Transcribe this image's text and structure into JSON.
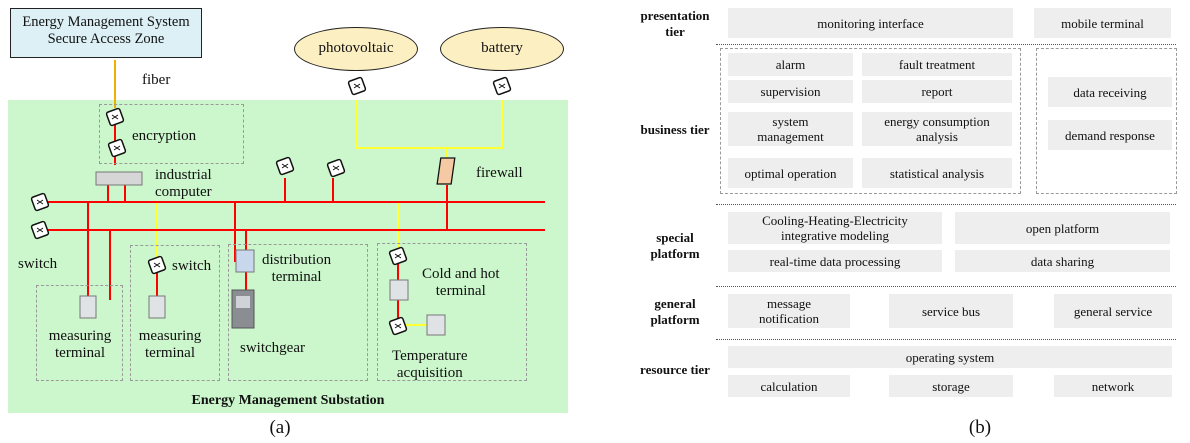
{
  "panel_a": {
    "secure_zone": "Energy Management System\nSecure Access Zone",
    "fiber": "fiber",
    "photovoltaic": "photovoltaic",
    "battery": "battery",
    "encryption": "encryption",
    "industrial_computer": "industrial\ncomputer",
    "firewall": "firewall",
    "switch_left": "switch",
    "switch_mid": "switch",
    "distribution_terminal": "distribution\nterminal",
    "cold_hot_terminal": "Cold and hot\nterminal",
    "measuring_terminal_1": "measuring\nterminal",
    "measuring_terminal_2": "measuring\nterminal",
    "switchgear": "switchgear",
    "temperature_acquisition": "Temperature\nacquisition",
    "substation_title": "Energy Management Substation",
    "caption": "(a)"
  },
  "panel_b": {
    "tiers": {
      "presentation": "presentation\ntier",
      "business": "business tier",
      "special": "special\nplatform",
      "general": "general\nplatform",
      "resource": "resource tier"
    },
    "presentation_boxes": [
      "monitoring interface",
      "mobile terminal"
    ],
    "business_boxes": [
      "alarm",
      "fault treatment",
      "supervision",
      "report",
      "system\nmanagement",
      "energy consumption\nanalysis",
      "optimal operation",
      "statistical analysis"
    ],
    "business_right_boxes": [
      "data receiving",
      "demand response"
    ],
    "special_boxes": [
      "Cooling-Heating-Electricity\nintegrative modeling",
      "open platform",
      "real-time data processing",
      "data sharing"
    ],
    "general_boxes": [
      "message\nnotification",
      "service bus",
      "general service"
    ],
    "resource_boxes": [
      "operating system",
      "calculation",
      "storage",
      "network"
    ],
    "caption": "(b)"
  },
  "colors": {
    "substation_bg": "#ccf7cc",
    "secure_zone_bg": "#dcf0f6",
    "ellipse_bg": "#fcf0c2",
    "bus_red": "#ff0000",
    "link_yellow": "#ffff33",
    "fiber_orange": "#f0b000",
    "box_gray": "#eeeeee"
  }
}
